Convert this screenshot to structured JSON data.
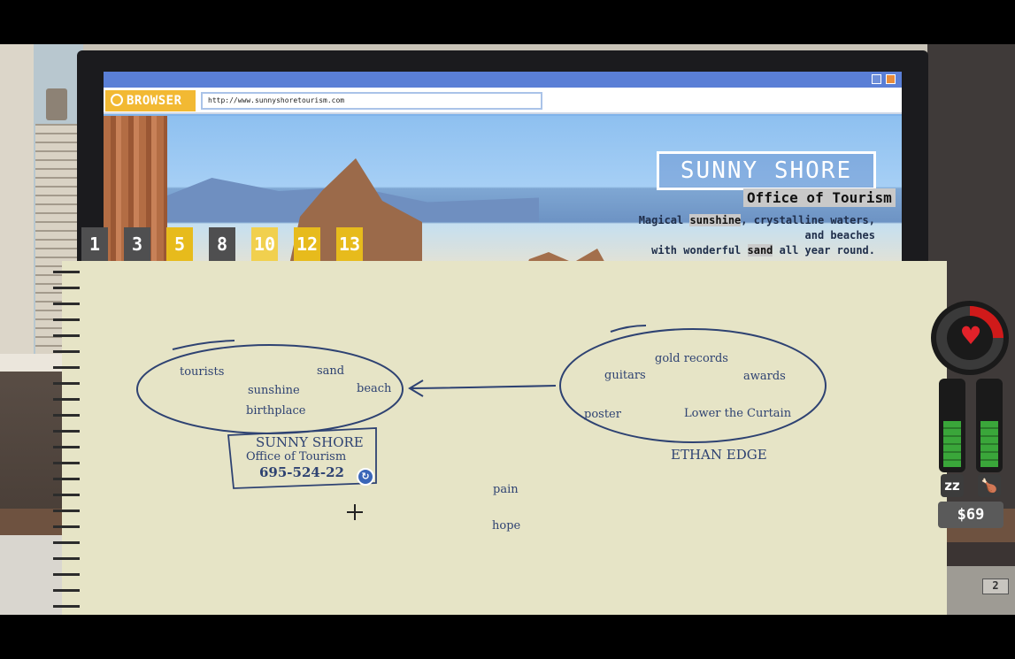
{
  "browser": {
    "brand": "BROWSER",
    "url": "http://www.sunnyshoretourism.com"
  },
  "site": {
    "logo": "SUNNY SHORE",
    "subtitle": "Office of Tourism",
    "tagline_parts": [
      "Magical ",
      "sunshine",
      ", crystalline waters, and beaches",
      "with wonderful ",
      "sand",
      " all year round."
    ]
  },
  "tabs": [
    "1",
    "3",
    "5",
    "8",
    "10",
    "12",
    "13"
  ],
  "notepad": {
    "left_cluster": [
      "tourists",
      "sand",
      "sunshine",
      "beach",
      "birthplace"
    ],
    "right_cluster": [
      "gold records",
      "guitars",
      "awards",
      "poster",
      "Lower the Curtain"
    ],
    "right_label": "ETHAN EDGE",
    "card": {
      "line1": "SUNNY SHORE",
      "line2": "Office of Tourism",
      "line3": "695-524-22"
    },
    "loose_words": [
      "pain",
      "hope"
    ]
  },
  "hud": {
    "money": "$69",
    "sleep_icon": "zz",
    "food_icon": "🍗",
    "sleep_level": 0.55,
    "food_level": 0.55
  },
  "phone": {
    "key_label": "2"
  }
}
